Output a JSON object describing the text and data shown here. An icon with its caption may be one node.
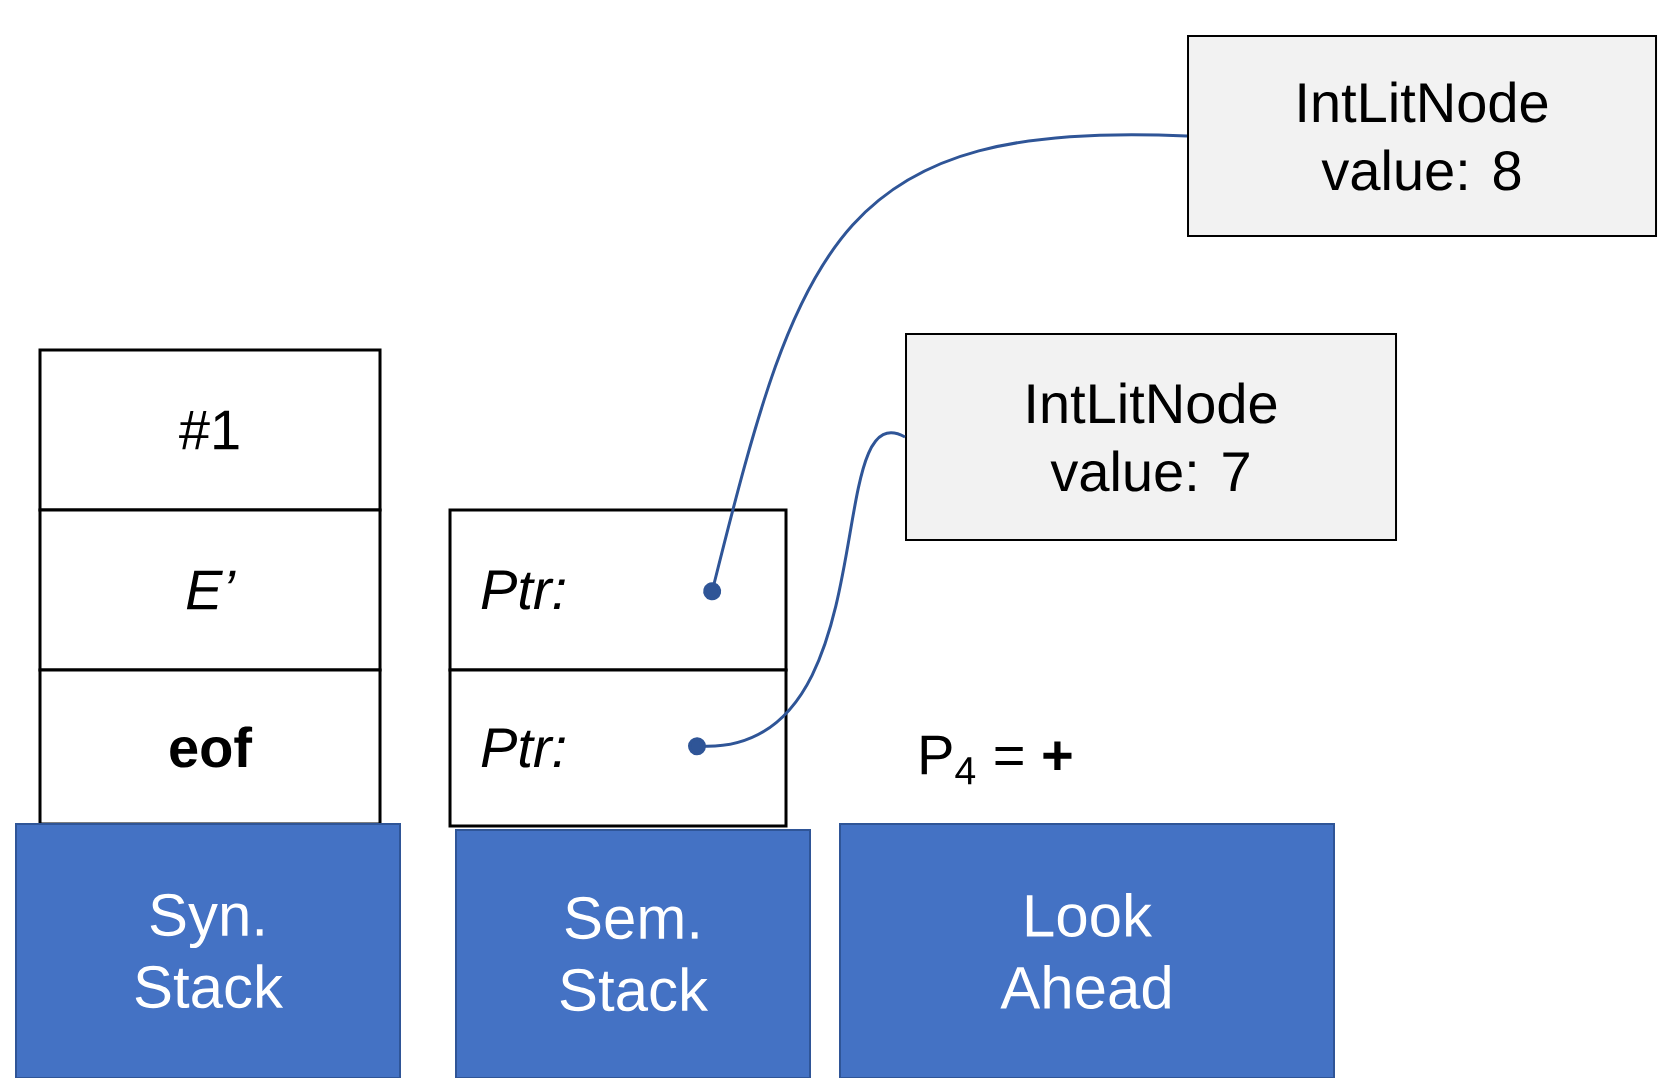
{
  "diagram": {
    "nodes": [
      {
        "text": [
          "#1"
        ]
      },
      {
        "text": [
          "E’"
        ]
      },
      {
        "text": [
          "eof"
        ]
      },
      {
        "text": [
          "Ptr:"
        ]
      },
      {
        "text": [
          "Ptr:"
        ]
      },
      {
        "text": [
          "IntLitNode",
          "value: 8"
        ]
      },
      {
        "text": [
          "IntLitNode",
          "value: 7"
        ]
      },
      {
        "text": [
          "Syn. Stack"
        ]
      },
      {
        "text": [
          "Sem. Stack"
        ]
      },
      {
        "text": [
          "Look Ahead"
        ]
      }
    ],
    "edges": [
      {
        "from": 3,
        "to": 5,
        "arrow": "other"
      },
      {
        "from": 4,
        "to": 6,
        "arrow": "other"
      }
    ],
    "labels": [
      "P$_{4}$ = **+**"
    ]
  }
}
